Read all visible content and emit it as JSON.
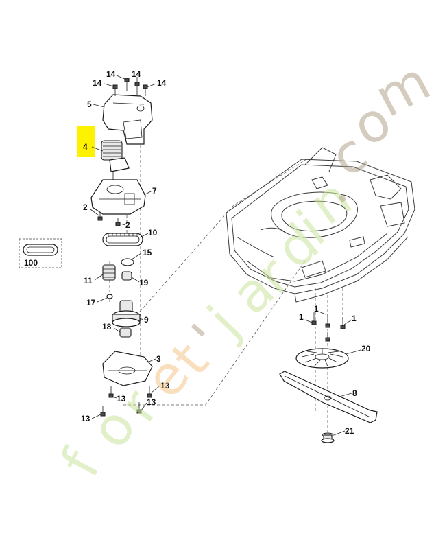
{
  "labels": {
    "p14a": "14",
    "p14b": "14",
    "p14c": "14",
    "p14d": "14",
    "p5": "5",
    "p4": "4",
    "p7": "7",
    "p2a": "2",
    "p2b": "2",
    "p10": "10",
    "p100": "100",
    "p15": "15",
    "p11": "11",
    "p19": "19",
    "p17": "17",
    "p9": "9",
    "p18": "18",
    "p3": "3",
    "p13a": "13",
    "p13b": "13",
    "p13c": "13",
    "p13d": "13",
    "p1a": "1",
    "p1b": "1",
    "p1c": "1",
    "p20": "20",
    "p8": "8",
    "p21": "21"
  },
  "watermark": {
    "letters": [
      "f",
      "o",
      "r",
      "e",
      "t",
      "'",
      "j",
      "a",
      "r",
      "d",
      "i",
      "n",
      ".",
      "c",
      "o",
      "m"
    ]
  },
  "colors": {
    "highlight": "#fff200",
    "watermark_green": "#c8e39a",
    "watermark_orange": "#f6c48a",
    "watermark_brown": "#b3a28c"
  }
}
